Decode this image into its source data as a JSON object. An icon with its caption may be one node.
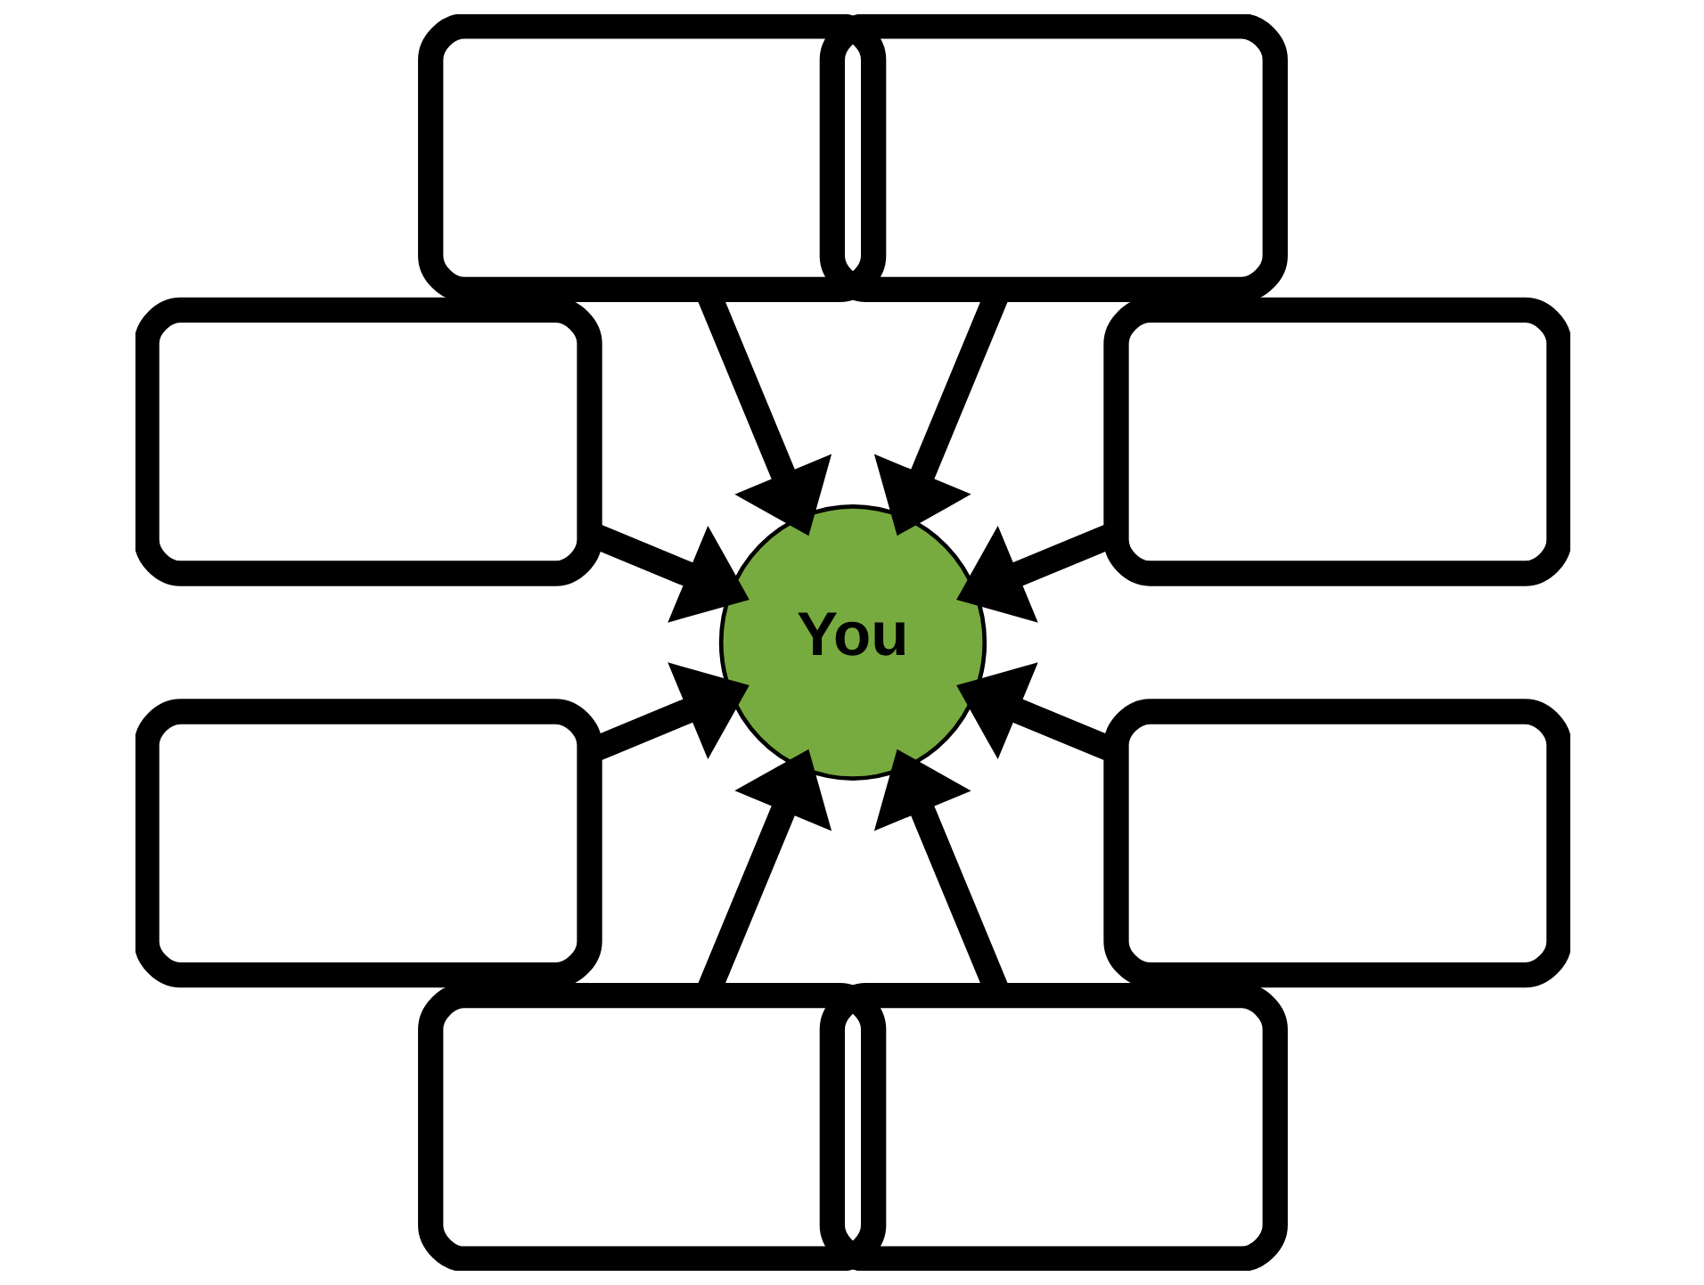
{
  "diagram": {
    "nodes": [
      {
        "text": [],
        "shape": "box"
      },
      {
        "text": [],
        "shape": "box"
      },
      {
        "text": [],
        "shape": "box"
      },
      {
        "text": [],
        "shape": "box"
      },
      {
        "text": [
          "You"
        ]
      },
      {
        "text": [],
        "shape": "box"
      },
      {
        "text": [],
        "shape": "box"
      },
      {
        "text": [],
        "shape": "box"
      },
      {
        "text": [],
        "shape": "box"
      }
    ],
    "edges": [
      {
        "from": 0,
        "to": 4,
        "arrow": "to"
      },
      {
        "from": 1,
        "to": 4,
        "arrow": "to"
      },
      {
        "from": 2,
        "to": 4,
        "arrow": "to"
      },
      {
        "from": 3,
        "to": 4,
        "arrow": "to"
      },
      {
        "from": 5,
        "to": 4,
        "arrow": "to"
      },
      {
        "from": 6,
        "to": 4,
        "arrow": "to"
      },
      {
        "from": 7,
        "to": 4,
        "arrow": "to"
      },
      {
        "from": 8,
        "to": 4,
        "arrow": "to"
      }
    ]
  }
}
